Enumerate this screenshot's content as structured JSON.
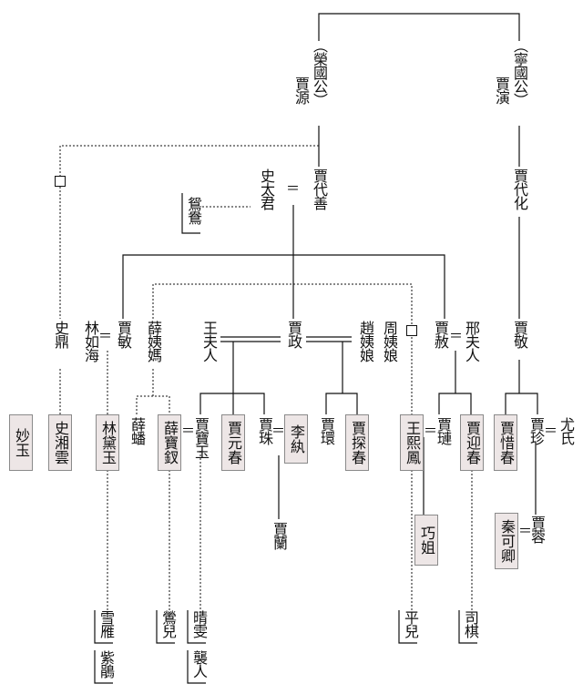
{
  "line_color": "#111111",
  "box_fill": "#ede6e6",
  "gen1": {
    "rongguo_title": "（榮國公）",
    "rongguo_name": "賈源",
    "ningguo_title": "（寧國公）",
    "ningguo_name": "賈演"
  },
  "gen2": {
    "jia_daishan": "賈代善",
    "shi_taijun": "史太君",
    "eq": "＝",
    "yuanyang": "鴛鴦",
    "jia_daihua": "賈代化"
  },
  "gen3": {
    "shi_ding": "史鼎",
    "lin_ruhai": "林如海",
    "jia_min": "賈敏",
    "xue_yima": "薛姨媽",
    "wang_furen": "王夫人",
    "jia_zheng": "賈政",
    "zhao_yiniang": "趙姨娘",
    "zhou_yiniang": "周姨娘",
    "jia_she": "賈赦",
    "xing_furen": "邢夫人",
    "jia_jing": "賈敬"
  },
  "gen4": {
    "miaoyu": "妙玉",
    "shi_xiangyun": "史湘雲",
    "lin_daiyu": "林黛玉",
    "xue_pan": "薛蟠",
    "xue_baochai": "薛寶釵",
    "jia_baoyu": "賈寶玉",
    "jia_yuanchun": "賈元春",
    "jia_zhu": "賈珠",
    "li_wan": "李紈",
    "jia_huan": "賈環",
    "jia_tanchun": "賈探春",
    "wang_xifeng": "王熙鳳",
    "jia_lian": "賈璉",
    "jia_yingchun": "賈迎春",
    "jia_xichun": "賈惜春",
    "jia_zhen": "賈珍",
    "you_shi": "尤氏"
  },
  "gen5": {
    "jia_lan": "賈蘭",
    "qiaojie": "巧姐",
    "qin_keqing": "秦可卿",
    "jia_rong": "賈蓉"
  },
  "servants": {
    "xueyan": "雪雁",
    "zijuan": "紫鵑",
    "yinger": "鶯兒",
    "qingwen": "晴雯",
    "xiren": "襲人",
    "ping_er": "平兒",
    "siqi": "司棋"
  }
}
